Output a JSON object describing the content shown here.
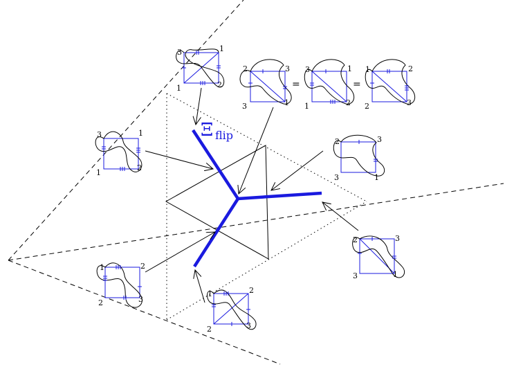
{
  "title": {
    "main": "Ξ",
    "sub": "flip"
  },
  "equals_sign": "=",
  "colors": {
    "blue": "#1a1adf",
    "black": "#000000"
  },
  "diagrams": [
    {
      "name": "top",
      "labels": [
        "3",
        "1",
        "2",
        "1"
      ]
    },
    {
      "name": "eq-a",
      "labels": [
        "2",
        "3",
        "3",
        "1"
      ]
    },
    {
      "name": "eq-b",
      "labels": [
        "3",
        "1",
        "1",
        "2"
      ]
    },
    {
      "name": "eq-c",
      "labels": [
        "1",
        "2",
        "2",
        "3"
      ]
    },
    {
      "name": "left-upper",
      "labels": [
        "3",
        "1",
        "1",
        "2"
      ]
    },
    {
      "name": "right-upper",
      "labels": [
        "2",
        "3",
        "3",
        "1"
      ]
    },
    {
      "name": "right-lower",
      "labels": [
        "2",
        "3",
        "3",
        "1"
      ]
    },
    {
      "name": "left-lower",
      "labels": [
        "1",
        "2",
        "2",
        "3"
      ]
    },
    {
      "name": "bottom",
      "labels": [
        "1",
        "2",
        "2",
        "3"
      ]
    }
  ]
}
